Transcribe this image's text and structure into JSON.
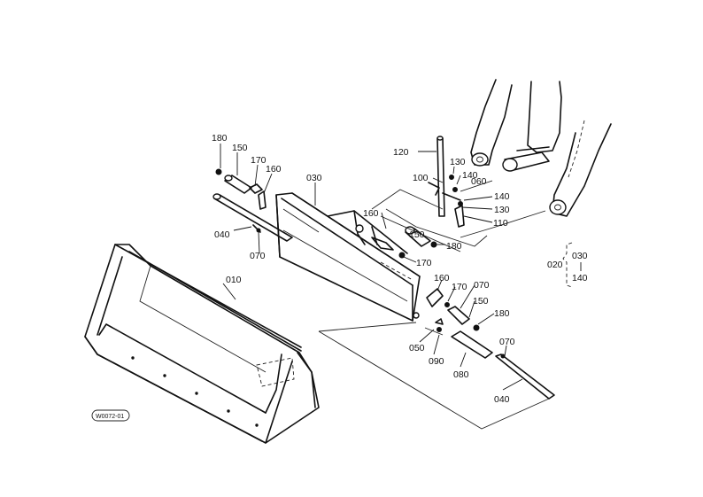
{
  "drawing": {
    "code": "W0072-01",
    "callouts": {
      "p010": "010",
      "p030": "030",
      "p040_left": "040",
      "p040_right": "040",
      "p050": "050",
      "p060": "060",
      "p070_left": "070",
      "p070_mid": "070",
      "p070_right": "070",
      "p080": "080",
      "p090": "090",
      "p100": "100",
      "p110": "110",
      "p120": "120",
      "p130_top": "130",
      "p130_mid": "130",
      "p140_top": "140",
      "p140_mid": "140",
      "p150_left": "150",
      "p150_mid": "150",
      "p150_right": "150",
      "p160_left": "160",
      "p160_mid": "160",
      "p160_right": "160",
      "p170_left": "170",
      "p170_mid": "170",
      "p170_right": "170",
      "p180_left": "180",
      "p180_mid": "180",
      "p180_right": "180"
    },
    "assembly_group": {
      "parent": "020",
      "from": "030",
      "to": "140"
    }
  }
}
